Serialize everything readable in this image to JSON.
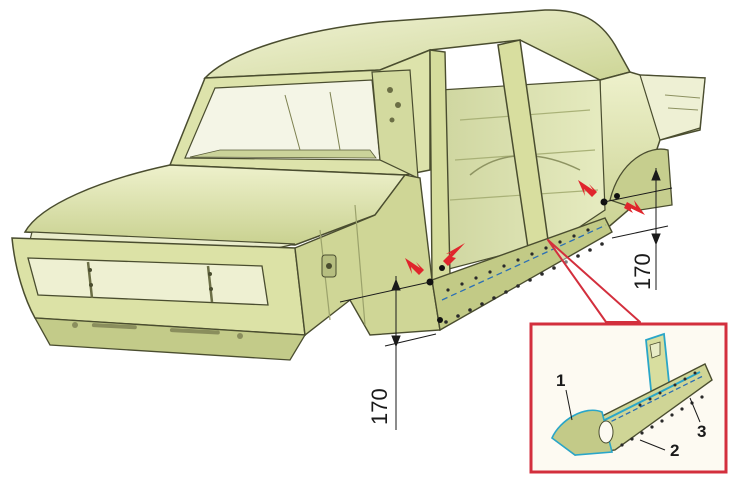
{
  "dimensions": {
    "left": "170",
    "right": "170"
  },
  "callouts": {
    "one": "1",
    "two": "2",
    "three": "3"
  },
  "colors": {
    "body": "#dbe1a5",
    "body_shade": "#b9c384",
    "body_light": "#eef1cc",
    "outline": "#4a4d2f",
    "marker": "#e0252c",
    "inset_border": "#d32f3d",
    "inset_bg": "#fdfaf2",
    "seam": "#2aa6c8"
  }
}
